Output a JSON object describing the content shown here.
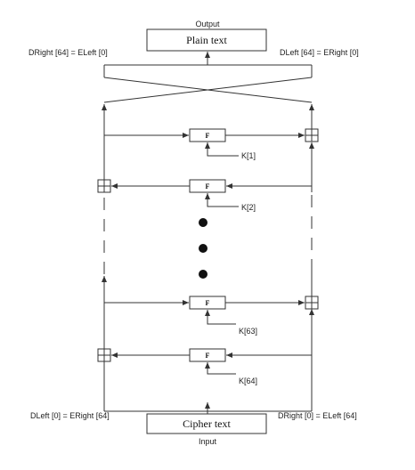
{
  "diagram": {
    "output_label": "Output",
    "input_label": "Input",
    "output_box": "Plain text",
    "input_box": "Cipher text",
    "top_left_eq": "DRight [64] = ELeft [0]",
    "top_right_eq": "DLeft [64] = ERight [0]",
    "bottom_left_eq": "DLeft [0] = ERight [64]",
    "bottom_right_eq": "DRight [0] = ELeft [64]",
    "f_label": "F",
    "rounds": [
      {
        "key": "K[1]"
      },
      {
        "key": "K[2]"
      },
      {
        "key": "K[63]"
      },
      {
        "key": "K[64]"
      }
    ]
  }
}
